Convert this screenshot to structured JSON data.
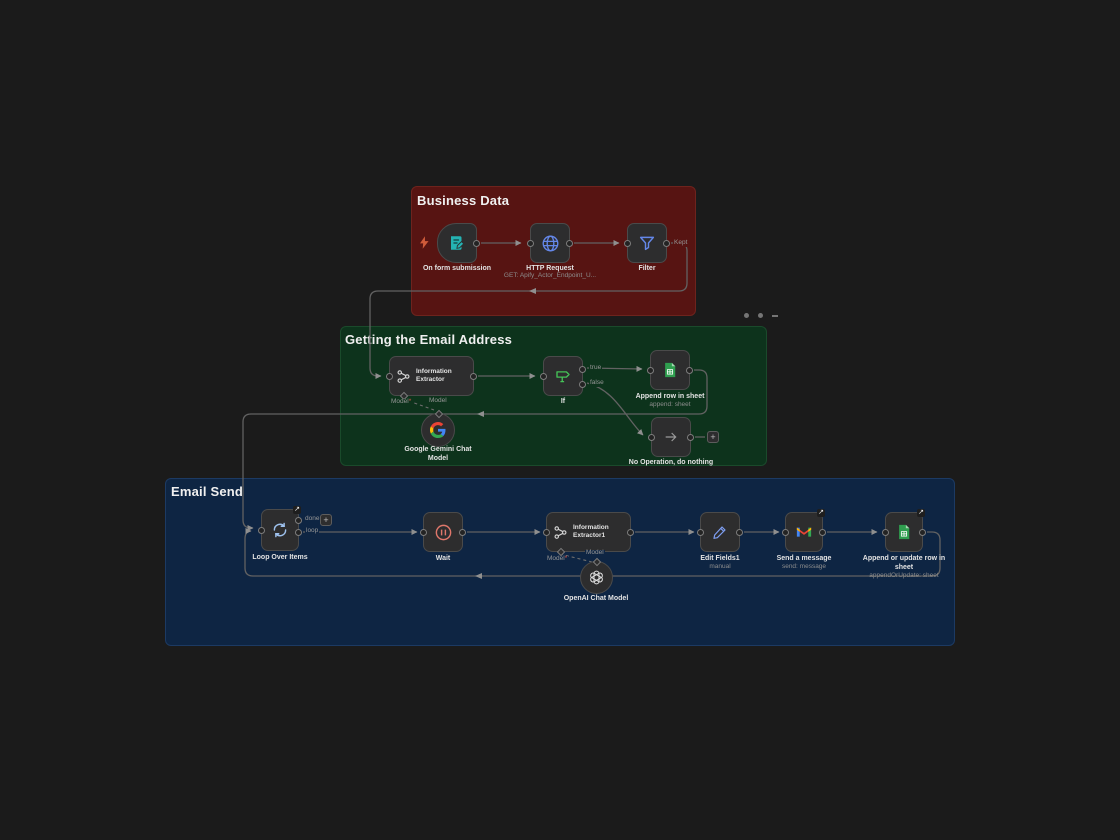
{
  "colors": {
    "canvas_bg": "#1b1b1b",
    "sticky_red": "#571412",
    "sticky_green": "#0d331c",
    "sticky_blue": "#0e2543",
    "node_bg": "#2d2d2e",
    "wire": "#626262",
    "text_primary": "#e3e3e3",
    "text_secondary": "#8d8d8d",
    "required_asterisk": "#e0564b"
  },
  "groups": {
    "business": {
      "title": "Business Data"
    },
    "email_address": {
      "title": "Getting the Email Address"
    },
    "email_send": {
      "title": "Email Send"
    }
  },
  "nodes": {
    "form": {
      "label": "On form submission"
    },
    "http": {
      "label": "HTTP Request",
      "subtitle": "GET: Apify_Actor_Endpoint_U..."
    },
    "filter": {
      "label": "Filter"
    },
    "info_extractor": {
      "label_line1": "Information",
      "label_line2": "Extractor"
    },
    "if": {
      "label": "If"
    },
    "append_row": {
      "label": "Append row in sheet",
      "subtitle": "append: sheet"
    },
    "noop": {
      "label": "No Operation, do nothing"
    },
    "gemini": {
      "label_line1": "Google Gemini Chat",
      "label_line2": "Model"
    },
    "loop": {
      "label": "Loop Over Items"
    },
    "wait": {
      "label": "Wait"
    },
    "info_extractor1": {
      "label_line1": "Information",
      "label_line2": "Extractor1"
    },
    "edit_fields": {
      "label": "Edit Fields1",
      "subtitle": "manual"
    },
    "gmail": {
      "label": "Send a message",
      "subtitle": "send: message"
    },
    "append_update": {
      "label_line1": "Append or update row in",
      "label_line2": "sheet",
      "subtitle": "appendOrUpdate: sheet"
    },
    "openai": {
      "label": "OpenAI Chat Model"
    }
  },
  "port_labels": {
    "kept": "Kept",
    "true_branch": "true",
    "false_branch": "false",
    "done": "done",
    "loop": "loop",
    "model": "Model",
    "required_mark": "*"
  },
  "glyphs": {
    "plus": "+",
    "external_arrow": "↗"
  }
}
